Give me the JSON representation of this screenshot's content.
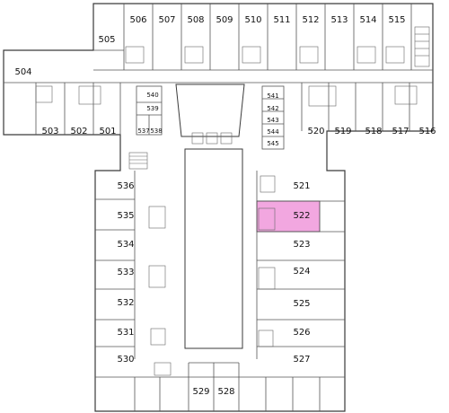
{
  "floor_plan": {
    "highlight_color": "#f2a7e0",
    "highlighted_room": "522",
    "rooms": [
      {
        "id": "504",
        "label": "504"
      },
      {
        "id": "505",
        "label": "505"
      },
      {
        "id": "506",
        "label": "506"
      },
      {
        "id": "507",
        "label": "507"
      },
      {
        "id": "508",
        "label": "508"
      },
      {
        "id": "509",
        "label": "509"
      },
      {
        "id": "510",
        "label": "510"
      },
      {
        "id": "511",
        "label": "511"
      },
      {
        "id": "512",
        "label": "512"
      },
      {
        "id": "513",
        "label": "513"
      },
      {
        "id": "514",
        "label": "514"
      },
      {
        "id": "515",
        "label": "515"
      },
      {
        "id": "503",
        "label": "503"
      },
      {
        "id": "502",
        "label": "502"
      },
      {
        "id": "501",
        "label": "501"
      },
      {
        "id": "540",
        "label": "540"
      },
      {
        "id": "539",
        "label": "539"
      },
      {
        "id": "537",
        "label": "537"
      },
      {
        "id": "538",
        "label": "538"
      },
      {
        "id": "541",
        "label": "541"
      },
      {
        "id": "542",
        "label": "542"
      },
      {
        "id": "543",
        "label": "543"
      },
      {
        "id": "544",
        "label": "544"
      },
      {
        "id": "545",
        "label": "545"
      },
      {
        "id": "520",
        "label": "520"
      },
      {
        "id": "519",
        "label": "519"
      },
      {
        "id": "518",
        "label": "518"
      },
      {
        "id": "517",
        "label": "517"
      },
      {
        "id": "516",
        "label": "516"
      },
      {
        "id": "536",
        "label": "536"
      },
      {
        "id": "535",
        "label": "535"
      },
      {
        "id": "534",
        "label": "534"
      },
      {
        "id": "533",
        "label": "533"
      },
      {
        "id": "532",
        "label": "532"
      },
      {
        "id": "531",
        "label": "531"
      },
      {
        "id": "530",
        "label": "530"
      },
      {
        "id": "529",
        "label": "529"
      },
      {
        "id": "528",
        "label": "528"
      },
      {
        "id": "521",
        "label": "521"
      },
      {
        "id": "522",
        "label": "522"
      },
      {
        "id": "523",
        "label": "523"
      },
      {
        "id": "524",
        "label": "524"
      },
      {
        "id": "525",
        "label": "525"
      },
      {
        "id": "526",
        "label": "526"
      },
      {
        "id": "527",
        "label": "527"
      }
    ]
  }
}
